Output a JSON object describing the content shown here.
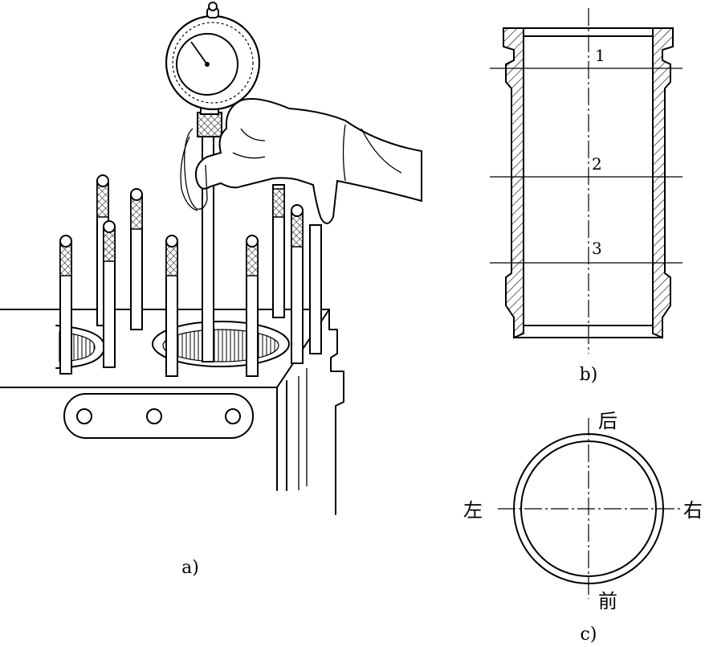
{
  "panel_a": {
    "caption": "a)"
  },
  "panel_b": {
    "caption": "b)",
    "sections": [
      "1",
      "2",
      "3"
    ]
  },
  "panel_c": {
    "caption": "c)",
    "directions": {
      "top": "后",
      "bottom": "前",
      "left": "左",
      "right": "右"
    }
  }
}
